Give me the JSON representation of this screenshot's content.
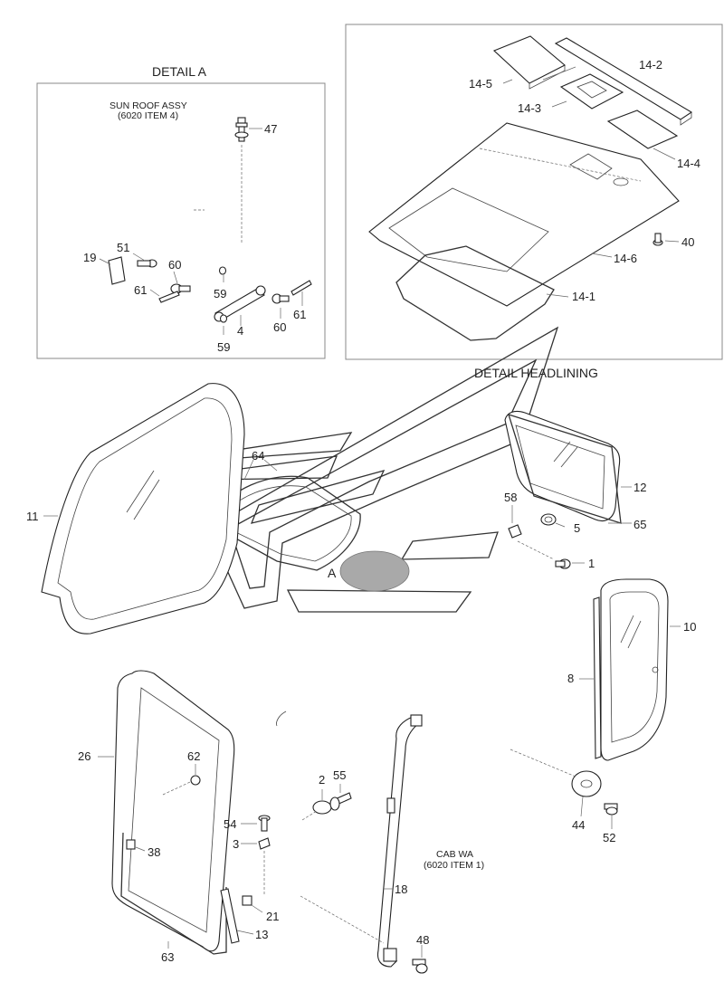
{
  "details": {
    "detail_a_title": "DETAIL A",
    "detail_a_note_line1": "SUN ROOF ASSY",
    "detail_a_note_line2": "(6020 ITEM 4)",
    "headlining_title": "DETAIL HEADLINING",
    "cab_note_line1": "CAB WA",
    "cab_note_line2": "(6020 ITEM 1)",
    "area_marker": "A"
  },
  "part_labels": {
    "p47": "47",
    "p51": "51",
    "p19": "19",
    "p60a": "60",
    "p61a": "61",
    "p59a": "59",
    "p4": "4",
    "p60b": "60",
    "p61b": "61",
    "p59b": "59",
    "p14_2": "14-2",
    "p14_5": "14-5",
    "p14_3": "14-3",
    "p14_4": "14-4",
    "p40": "40",
    "p14_6": "14-6",
    "p14_1": "14-1",
    "p11": "11",
    "p64": "64",
    "p12": "12",
    "p58": "58",
    "p5": "5",
    "p65": "65",
    "p1": "1",
    "p10": "10",
    "p8": "8",
    "p26": "26",
    "p62": "62",
    "p38": "38",
    "p63": "63",
    "p21": "21",
    "p13": "13",
    "p54": "54",
    "p3": "3",
    "p2": "2",
    "p55": "55",
    "p18": "18",
    "p48": "48",
    "p44": "44",
    "p52": "52"
  }
}
